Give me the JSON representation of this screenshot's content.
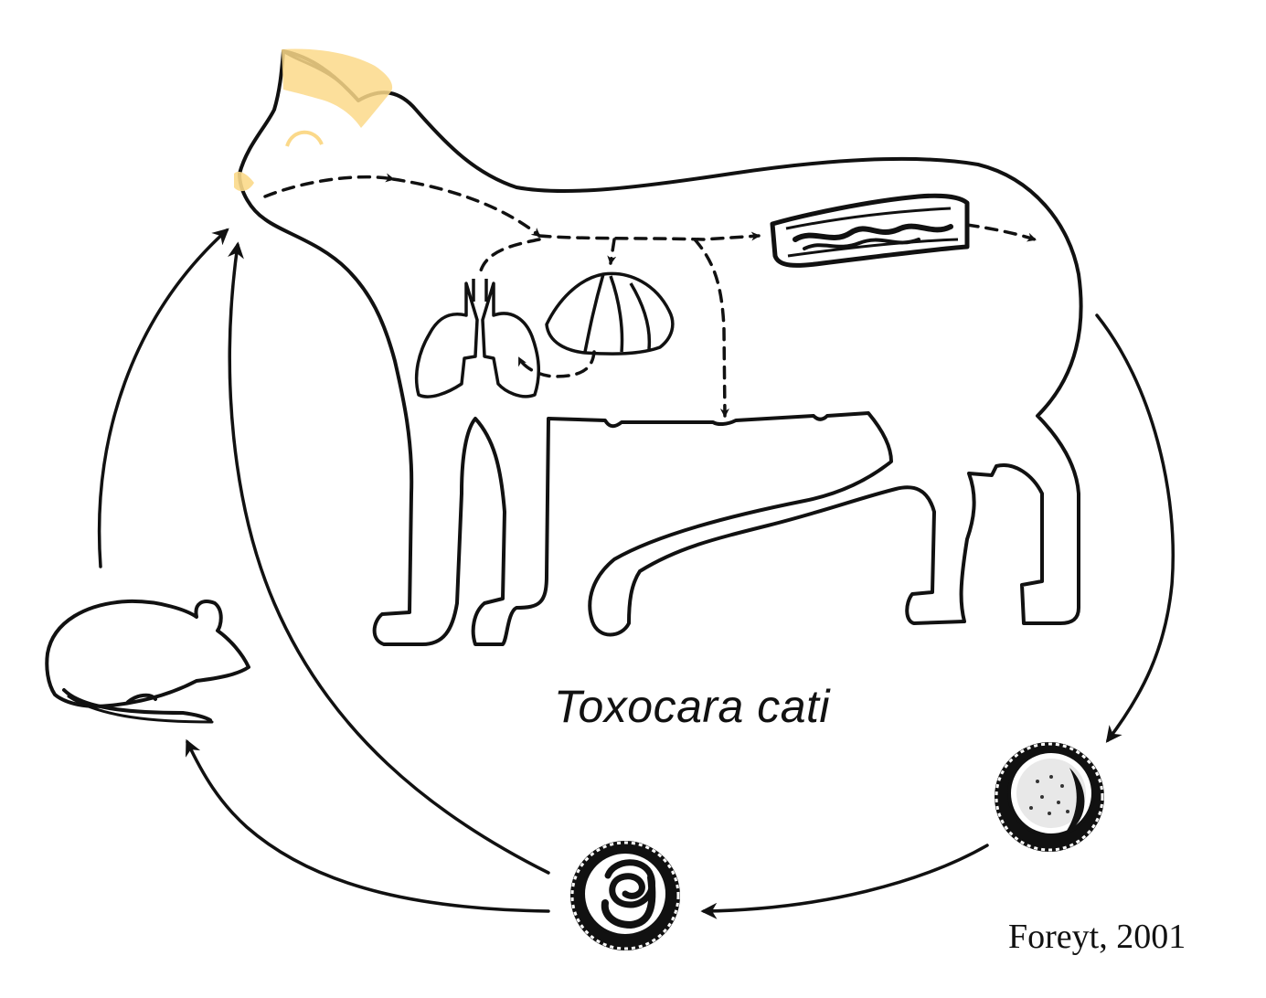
{
  "diagram": {
    "title": "Toxocara cati",
    "credit": "Foreyt, 2001"
  },
  "colors": {
    "ink": "#111111",
    "highlight": "#fbd98a",
    "background": "#ffffff"
  },
  "icons": [
    "cat-outline",
    "mouse-outline",
    "egg-unembryonated-icon",
    "egg-embryonated-icon",
    "lungs-icon",
    "liver-icon",
    "intestine-icon"
  ]
}
